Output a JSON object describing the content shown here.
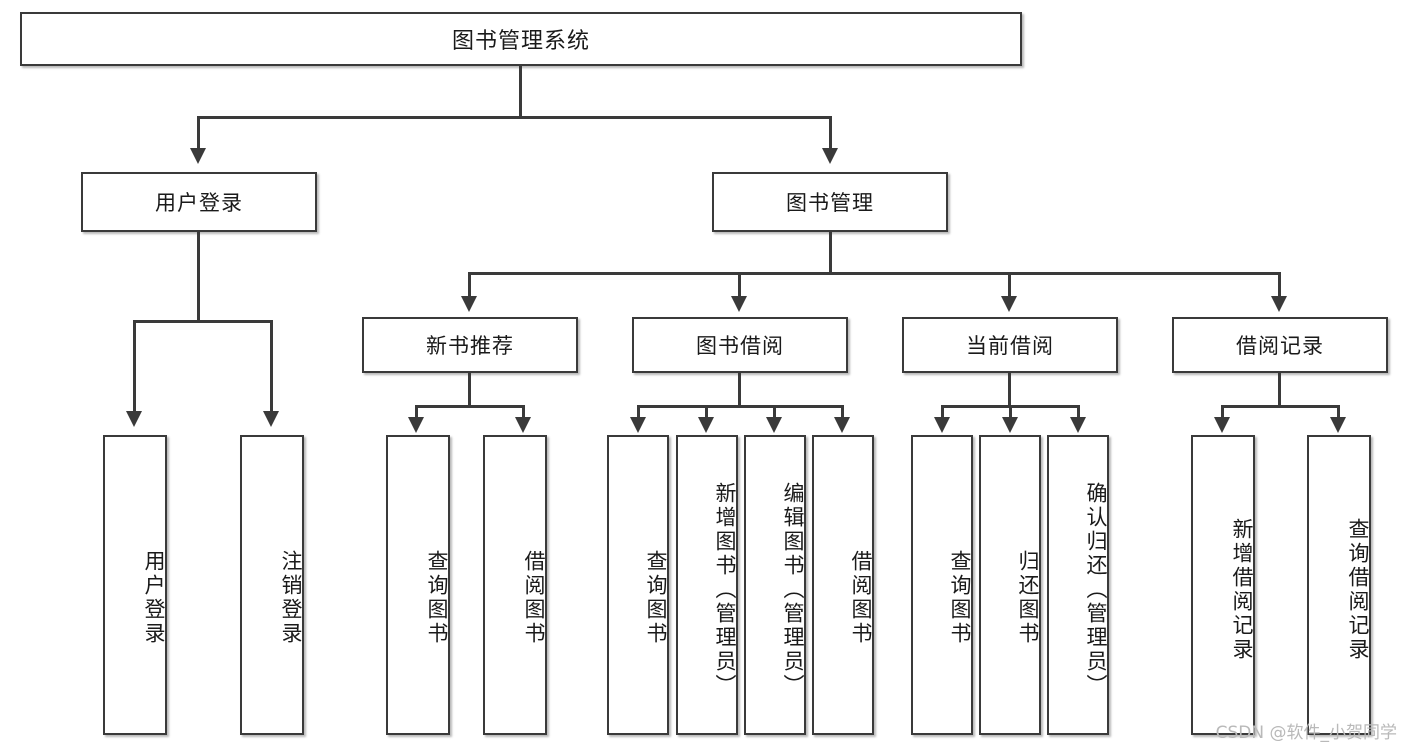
{
  "diagram": {
    "title": "图书管理系统",
    "watermark": "CSDN @软件_小贺同学",
    "level2": [
      {
        "id": "user-login",
        "label": "用户登录"
      },
      {
        "id": "book-manage",
        "label": "图书管理"
      }
    ],
    "level3": [
      {
        "id": "new-book-recommend",
        "label": "新书推荐"
      },
      {
        "id": "book-borrow",
        "label": "图书借阅"
      },
      {
        "id": "current-borrow",
        "label": "当前借阅"
      },
      {
        "id": "borrow-record",
        "label": "借阅记录"
      }
    ],
    "leaves": {
      "user_login": [
        {
          "id": "leaf-user-login",
          "label": "用户登录"
        },
        {
          "id": "leaf-logout-login",
          "label": "注销登录"
        }
      ],
      "new_book_recommend": [
        {
          "id": "leaf-query-book-1",
          "label": "查询图书"
        },
        {
          "id": "leaf-borrow-book-1",
          "label": "借阅图书"
        }
      ],
      "book_borrow": [
        {
          "id": "leaf-query-book-2",
          "label": "查询图书"
        },
        {
          "id": "leaf-add-book",
          "label": "新增图书（管理员）"
        },
        {
          "id": "leaf-edit-book",
          "label": "编辑图书（管理员）"
        },
        {
          "id": "leaf-borrow-book-2",
          "label": "借阅图书"
        }
      ],
      "current_borrow": [
        {
          "id": "leaf-query-book-3",
          "label": "查询图书"
        },
        {
          "id": "leaf-return-book",
          "label": "归还图书"
        },
        {
          "id": "leaf-confirm-return",
          "label": "确认归还（管理员）"
        }
      ],
      "borrow_record": [
        {
          "id": "leaf-add-record",
          "label": "新增借阅记录"
        },
        {
          "id": "leaf-query-record",
          "label": "查询借阅记录"
        }
      ]
    },
    "colors": {
      "stroke": "#3a3a3a",
      "fill": "#ffffff",
      "text": "#1a1a1a",
      "watermark": "#b9b9b9"
    }
  }
}
